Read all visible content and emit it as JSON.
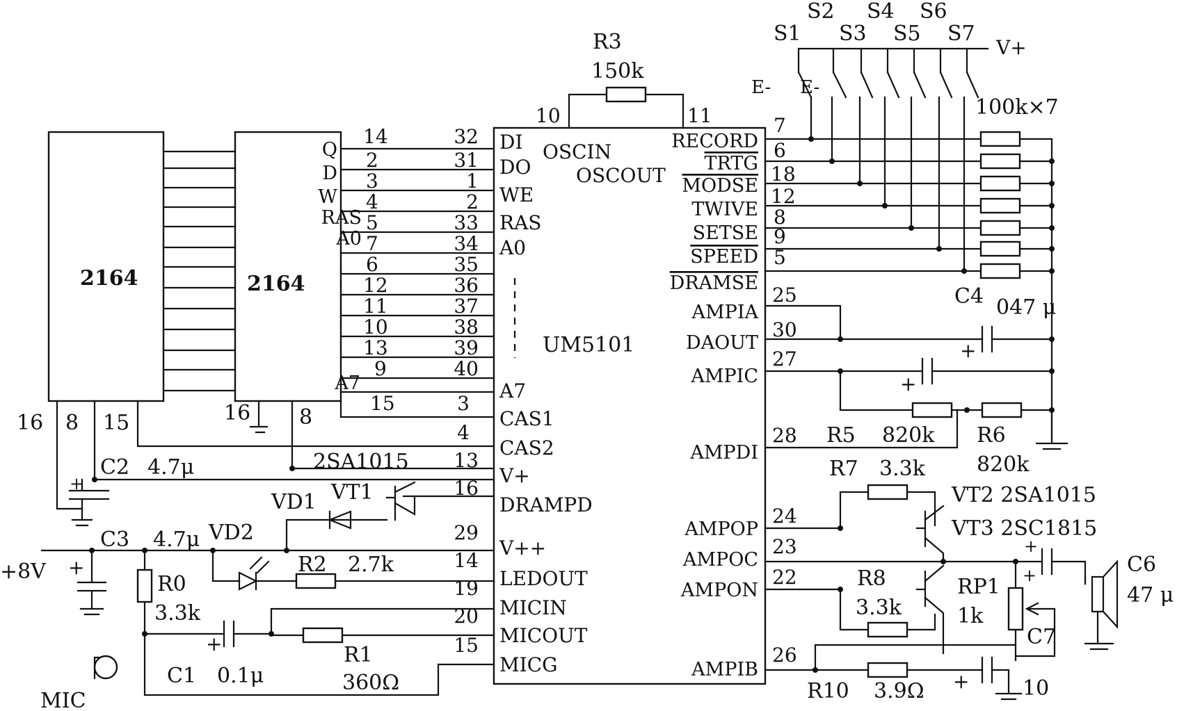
{
  "chips": {
    "ram1": "2164",
    "ram2": "2164",
    "main": "UM5101"
  },
  "ram_pins": {
    "q": "Q",
    "d": "D",
    "w": "W",
    "ras": "RAS",
    "a0": "A0",
    "a7": "A7",
    "n16": "16",
    "n8": "8",
    "n15": "15",
    "gnd16": "16",
    "n8b": "8"
  },
  "left_bus_pins": [
    "14",
    "2",
    "3",
    "4",
    "5",
    "7",
    "6",
    "12",
    "11",
    "10",
    "13",
    "9"
  ],
  "cas_pin_left": "15",
  "um_left_numbers": [
    "32",
    "31",
    "1",
    "2",
    "33",
    "34",
    "35",
    "36",
    "37",
    "38",
    "39",
    "40",
    "3",
    "4",
    "13",
    "16",
    "29",
    "14",
    "19",
    "20",
    "15"
  ],
  "um_left_labels": [
    "DI",
    "DO",
    "WE",
    "RAS",
    "A0",
    "A7",
    "CAS1",
    "CAS2",
    "V+",
    "DRAMPD",
    "V++",
    "LEDOUT",
    "MICIN",
    "MICOUT",
    "MICG"
  ],
  "um_inner": {
    "oscin": "OSCIN",
    "oscout": "OSCOUT"
  },
  "um_right_labels": [
    "RECORD",
    "TRTG",
    "MODSE",
    "TWIVE",
    "SETSE",
    "SPEED",
    "DRAMSE",
    "AMPIA",
    "DAOUT",
    "AMPIC",
    "AMPDI",
    "AMPOP",
    "AMPOC",
    "AMPON",
    "AMPIB"
  ],
  "um_right_numbers": [
    "7",
    "6",
    "18",
    "12",
    "8",
    "9",
    "5",
    "25",
    "30",
    "27",
    "28",
    "24",
    "23",
    "22",
    "26"
  ],
  "osc_pins": {
    "p10": "10",
    "p11": "11"
  },
  "switches": {
    "s1": "S1",
    "s2": "S2",
    "s3": "S3",
    "s4": "S4",
    "s5": "S5",
    "s6": "S6",
    "s7": "S7",
    "vplus": "V+",
    "e1": "E-",
    "e2": "E-"
  },
  "components": {
    "r3": "R3",
    "r3_value": "150k",
    "pullups": "100k×7",
    "c4": "C4",
    "c4_value": "047 μ",
    "r5": "R5",
    "r5_value": "820k",
    "r6": "R6",
    "r6_value": "820k",
    "r7": "R7",
    "r7_value": "3.3k",
    "vt2": "VT2 2SA1015",
    "vt3": "VT3 2SC1815",
    "r8": "R8",
    "r8_value": "3.3k",
    "rp1": "RP1",
    "rp1_value": "1k",
    "c6": "C6",
    "c6_value": "47 μ",
    "c7": "C7",
    "c7_pin": "10",
    "r10": "R10",
    "r10_value": "3.9Ω",
    "c2": "C2",
    "c2_value": "4.7μ",
    "c3": "C3",
    "c3_value": "4.7μ",
    "vt1_type": "2SA1015",
    "vd1": "VD1",
    "vt1": "VT1",
    "vd2": "VD2",
    "r2": "R2",
    "r2_value": "2.7k",
    "supply": "+8V",
    "r0": "R0",
    "r0_value": "3.3k",
    "c1": "C1",
    "c1_value": "0.1μ",
    "r1": "R1",
    "r1_value": "360Ω",
    "mic": "MIC"
  }
}
